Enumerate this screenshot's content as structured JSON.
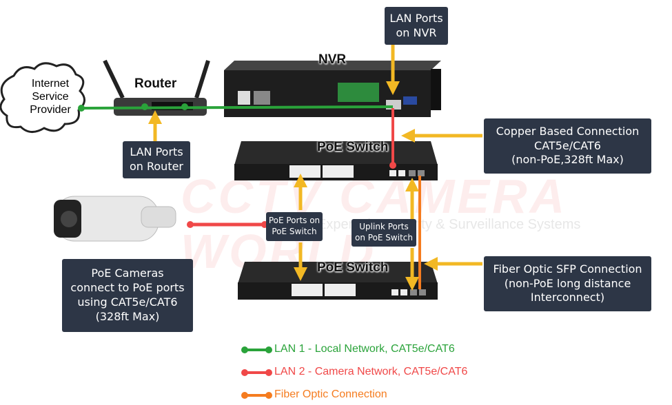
{
  "watermark": {
    "brand": "CCTV CAMERA WORLD",
    "tagline": "Experts in Security & Surveillance Systems"
  },
  "nodes": {
    "isp": "Internet\nService\nProvider",
    "router": "Router",
    "nvr": "NVR",
    "switch1": "PoE Switch",
    "switch2": "PoE Switch"
  },
  "callouts": {
    "lan_nvr": "LAN Ports\non NVR",
    "lan_router": "LAN Ports\non Router",
    "copper": "Copper Based Connection\nCAT5e/CAT6\n(non-PoE,328ft Max)",
    "poe_ports": "PoE Ports on\nPoE Switch",
    "uplink": "Uplink Ports\non PoE Switch",
    "fiber": "Fiber Optic SFP Connection\n(non-PoE long distance\nInterconnect)",
    "cameras": "PoE Cameras\nconnect to PoE ports\nusing CAT5e/CAT6\n(328ft Max)"
  },
  "legend": [
    {
      "label": "LAN 1 - Local Network, CAT5e/CAT6",
      "color": "#2aa33a"
    },
    {
      "label": "LAN 2 - Camera Network, CAT5e/CAT6",
      "color": "#f04848"
    },
    {
      "label": "Fiber Optic Connection",
      "color": "#f57c1f"
    }
  ],
  "colors": {
    "arrow": "#f2b824",
    "box": "#2d3646",
    "green": "#2aa33a",
    "red": "#f04848",
    "orange": "#f57c1f"
  }
}
